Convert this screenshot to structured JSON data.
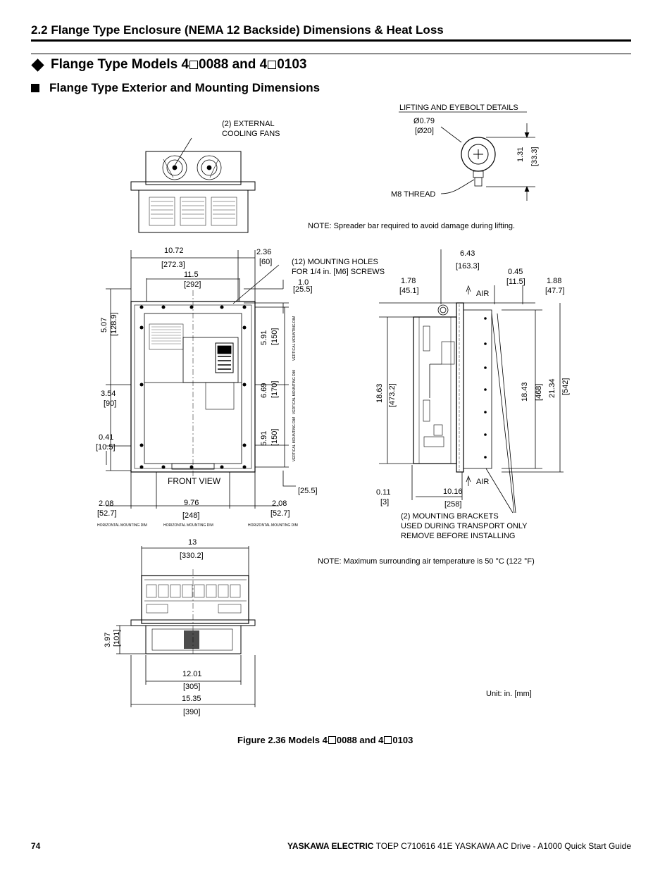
{
  "header": {
    "section_title": "2.2 Flange Type Enclosure (NEMA 12 Backside) Dimensions & Heat Loss"
  },
  "heading": {
    "prefix": "Flange Type Models 4",
    "mid": "0088 and 4",
    "suffix": "0103"
  },
  "subheading": {
    "title": "Flange Type Exterior and Mounting Dimensions"
  },
  "drawing": {
    "lifting_title": "LIFTING AND EYEBOLT DETAILS",
    "eye_dia": "Ø0.79",
    "eye_dia_mm": "[Ø20]",
    "eye_height": "1.31",
    "eye_height_mm": "[33.3]",
    "m8_thread": "M8 THREAD",
    "fans_line1": "(2) EXTERNAL",
    "fans_line2": "COOLING FANS",
    "spreader_note": "NOTE: Spreader bar required to avoid damage during lifting.",
    "w_1072": "10.72",
    "w_1072_mm": "[272.3]",
    "w_236": "2.36",
    "w_236_mm": "[60]",
    "w_115": "11.5",
    "w_115_mm": "[292]",
    "holes_line1": "(12) MOUNTING HOLES",
    "holes_line2": "FOR 1/4 in. [M6] SCREWS",
    "d_10": "1.0",
    "d_10_mm": "[25.5]",
    "h_507": "5.07",
    "h_507_mm": "[128.9]",
    "h_354": "3.54",
    "h_354_mm": "[90]",
    "h_041": "0.41",
    "h_041_mm": "[10.5]",
    "h_591a": "5.91",
    "h_591a_mm": "[150]",
    "h_669": "6.69",
    "h_669_mm": "[170]",
    "h_591b": "5.91",
    "h_591b_mm": "[150]",
    "vert_mount_dim": "VERTICAL MOUNTING DIM",
    "front_view": "FRONT VIEW",
    "d_255_bottom": "[25.5]",
    "b_208a": "2.08",
    "b_208a_mm": "[52.7]",
    "b_976": "9.76",
    "b_976_mm": "[248]",
    "b_208b": "2.08",
    "b_208b_mm": "[52.7]",
    "horiz_mount_dim": "HORIZONTAL MOUNTING DIM",
    "s_643": "6.43",
    "s_643_mm": "[163.3]",
    "s_178": "1.78",
    "s_178_mm": "[45.1]",
    "s_045": "0.45",
    "s_045_mm": "[11.5]",
    "s_188": "1.88",
    "s_188_mm": "[47.7]",
    "air_top": "AIR",
    "air_bottom": "AIR",
    "s_1863": "18.63",
    "s_1863_mm": "[473.2]",
    "s_1843": "18.43",
    "s_1843_mm": "[468]",
    "s_2134": "21.34",
    "s_2134_mm": "[542]",
    "s_011": "0.11",
    "s_011_mm": "[3]",
    "s_1016": "10.16",
    "s_1016_mm": "[258]",
    "brackets_line1": "(2) MOUNTING BRACKETS",
    "brackets_line2": "USED DURING TRANSPORT ONLY",
    "brackets_line3": "REMOVE BEFORE INSTALLING",
    "t_13": "13",
    "t_13_mm": "[330.2]",
    "air_note": "NOTE: Maximum surrounding air temperature is 50 °C (122 °F)",
    "t_397": "3.97",
    "t_397_mm": "[101]",
    "t_1201": "12.01",
    "t_1201_mm": "[305]",
    "t_1535": "15.35",
    "t_1535_mm": "[390]",
    "unit": "Unit: in. [mm]"
  },
  "caption": {
    "prefix": "Figure 2.36  Models 4",
    "mid": "0088 and 4",
    "suffix": "0103"
  },
  "footer": {
    "page_number": "74",
    "brand": "YASKAWA ELECTRIC",
    "doc_ref": " TOEP C710616 41E YASKAWA AC Drive - A1000 Quick Start Guide"
  }
}
